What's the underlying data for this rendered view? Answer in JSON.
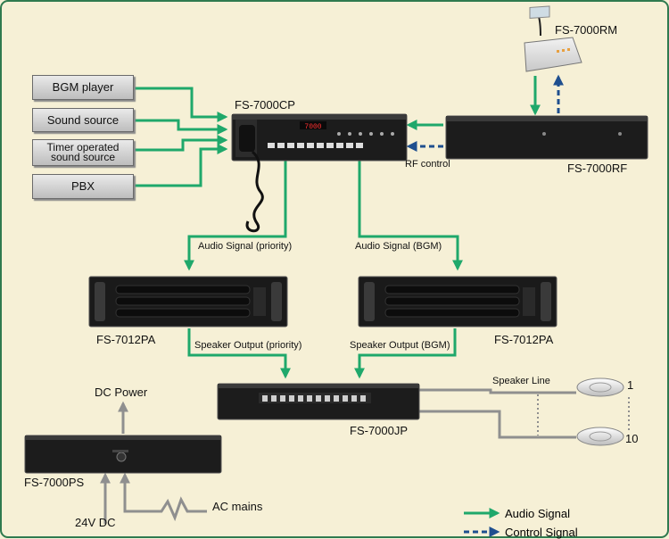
{
  "sources": [
    "BGM player",
    "Sound source",
    "Timer operated\nsound source",
    "PBX"
  ],
  "devices": {
    "cp": "FS-7000CP",
    "rm": "FS-7000RM",
    "rf": "FS-7000RF",
    "pa_left": "FS-7012PA",
    "pa_right": "FS-7012PA",
    "jp": "FS-7000JP",
    "ps": "FS-7000PS"
  },
  "cp_display": "7000",
  "signals": {
    "rf_control": "RF control",
    "audio_priority": "Audio Signal (priority)",
    "audio_bgm": "Audio Signal (BGM)",
    "spk_priority": "Speaker Output (priority)",
    "spk_bgm": "Speaker Output (BGM)",
    "speaker_line": "Speaker Line",
    "dc_power": "DC Power",
    "dc_24v": "24V DC",
    "ac_mains": "AC mains"
  },
  "speaker_numbers": [
    "1",
    "10"
  ],
  "legend": {
    "audio": "Audio Signal",
    "control": "Control Signal"
  },
  "colors": {
    "background": "#f6f0d6",
    "frame": "#2f7a4f",
    "audio": "#1fa86b",
    "control": "#1f4f8f",
    "power": "#8f8f8f",
    "device": "#1c1c1c"
  }
}
